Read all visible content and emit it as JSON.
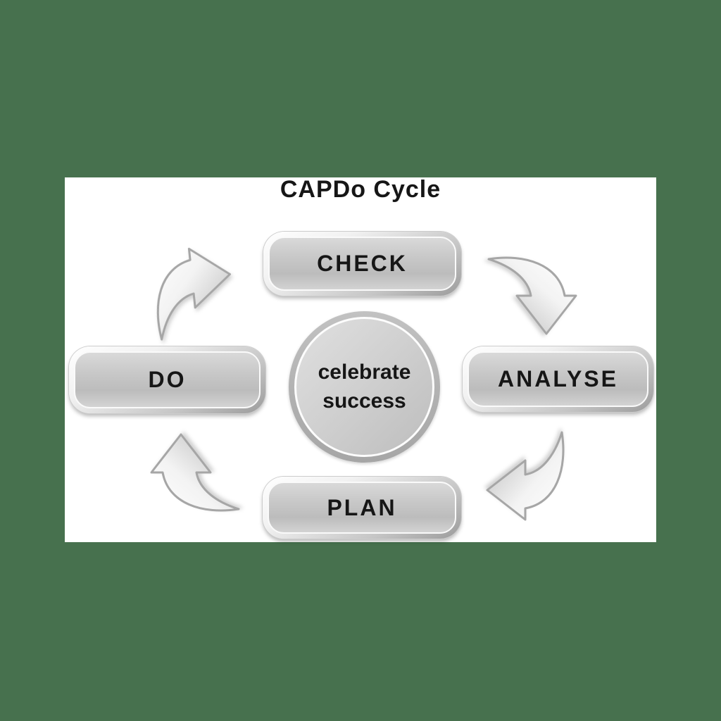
{
  "title": "CAPDo Cycle",
  "center_circle": {
    "line1": "celebrate",
    "line2": "success"
  },
  "nodes": {
    "check": {
      "label": "CHECK",
      "position": "top"
    },
    "analyse": {
      "label": "ANALYSE",
      "position": "right"
    },
    "plan": {
      "label": "PLAN",
      "position": "bottom"
    },
    "do": {
      "label": "DO",
      "position": "left"
    }
  },
  "arrows": [
    {
      "name": "curved-arrow-right",
      "from": "DO",
      "to": "CHECK",
      "points": "right"
    },
    {
      "name": "curved-arrow-down",
      "from": "CHECK",
      "to": "ANALYSE",
      "points": "down"
    },
    {
      "name": "curved-arrow-left",
      "from": "ANALYSE",
      "to": "PLAN",
      "points": "left"
    },
    {
      "name": "curved-arrow-up",
      "from": "PLAN",
      "to": "DO",
      "points": "up"
    }
  ],
  "colors": {
    "background": "#47714E",
    "panel": "#FFFFFF",
    "text": "#161616",
    "node_fill_light": "#D9D9D9",
    "node_fill_dark": "#9B9B9B",
    "arrow_outline": "#A6A6A6"
  }
}
